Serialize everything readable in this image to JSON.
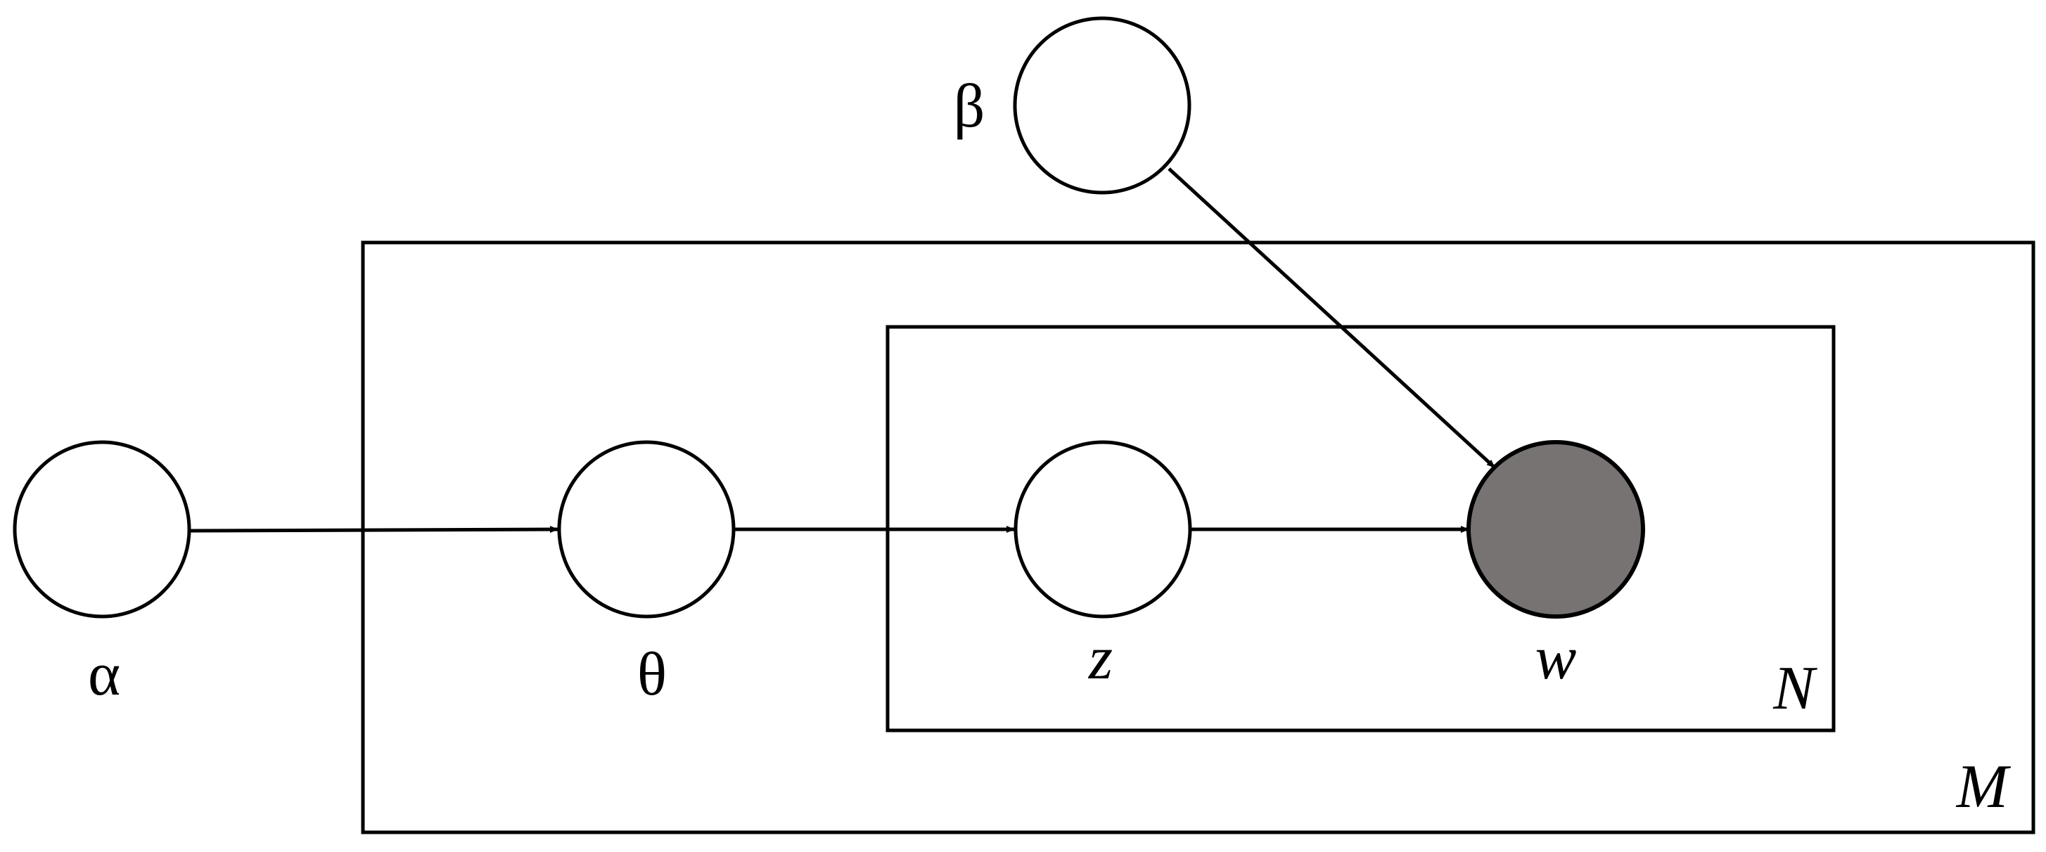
{
  "nodes": [
    {
      "id": "alpha",
      "label": "α",
      "observed": false
    },
    {
      "id": "beta",
      "label": "β",
      "observed": false
    },
    {
      "id": "theta",
      "label": "θ",
      "observed": false
    },
    {
      "id": "z",
      "label": "z",
      "observed": false
    },
    {
      "id": "w",
      "label": "w",
      "observed": true
    }
  ],
  "plates": [
    {
      "id": "outer",
      "label": "M"
    },
    {
      "id": "inner",
      "label": "N"
    }
  ],
  "edges": [
    {
      "from": "alpha",
      "to": "theta"
    },
    {
      "from": "theta",
      "to": "z"
    },
    {
      "from": "z",
      "to": "w"
    },
    {
      "from": "beta",
      "to": "w"
    }
  ],
  "colors": {
    "stroke": "#000000",
    "observed_fill": "#767372",
    "latent_fill": "#ffffff"
  }
}
